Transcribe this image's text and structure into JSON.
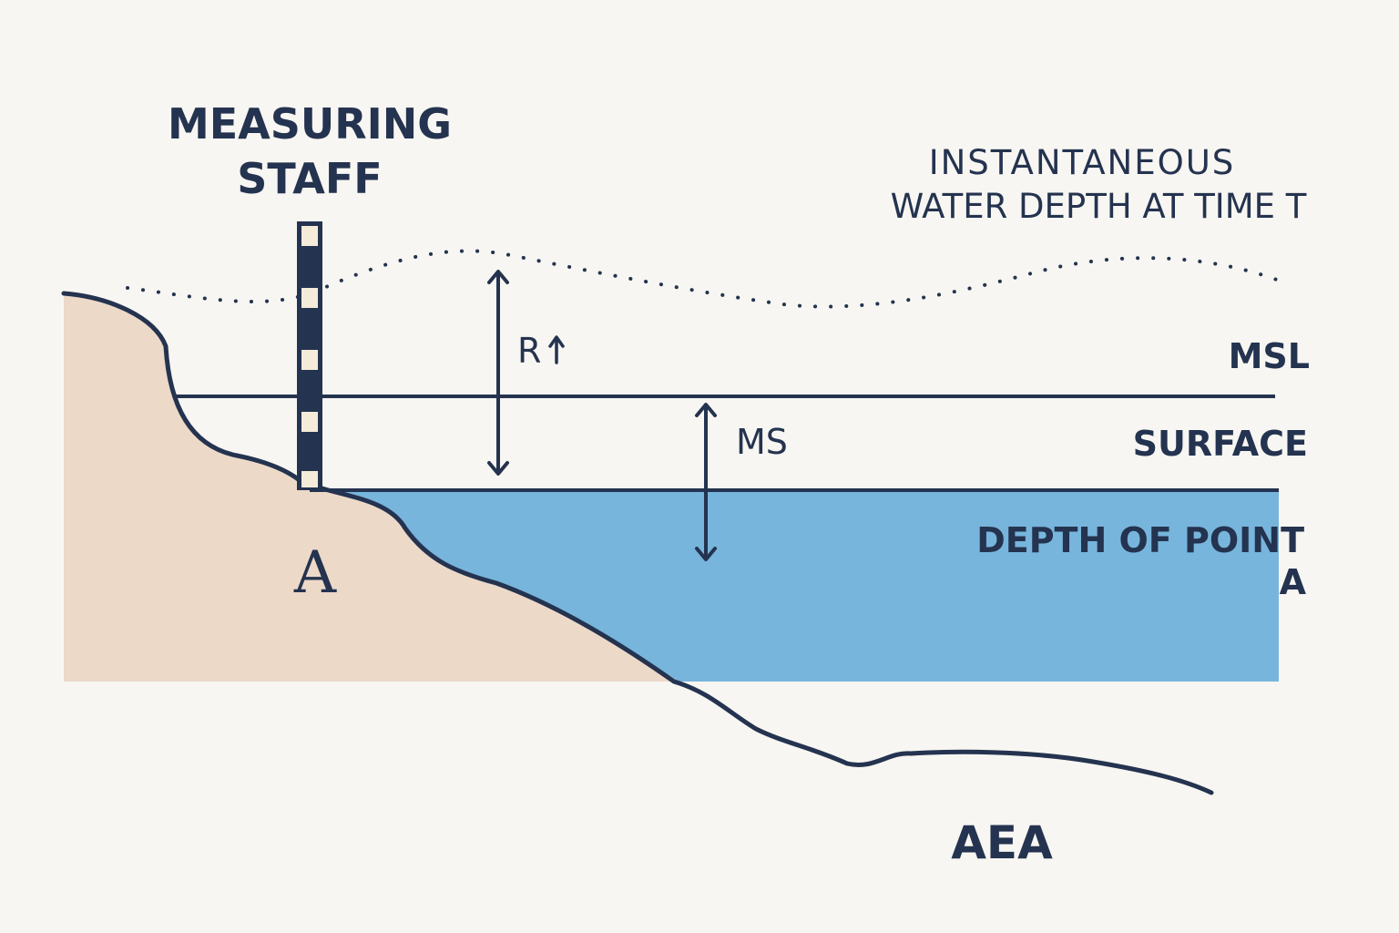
{
  "title": {
    "line1": "MEASURING",
    "line2": "STAFF"
  },
  "instantaneous_label": {
    "line1": "INSTANTANEOUS",
    "line2": "WATER DEPTH AT TIME T"
  },
  "labels": {
    "r": "R",
    "ms": "MS",
    "msl": "MSL",
    "surface": "SURFACE",
    "depth_line1": "DEPTH OF POINT",
    "depth_line2": "A",
    "point_a": "A",
    "aea": "AEA"
  },
  "colors": {
    "background": "#f8f6f2",
    "ink": "#24334f",
    "land": "#edd9c8",
    "water": "#77b5dc",
    "staff_light": "#f4ebd8"
  },
  "icons": {
    "r_marker": "up-arrow-icon"
  }
}
